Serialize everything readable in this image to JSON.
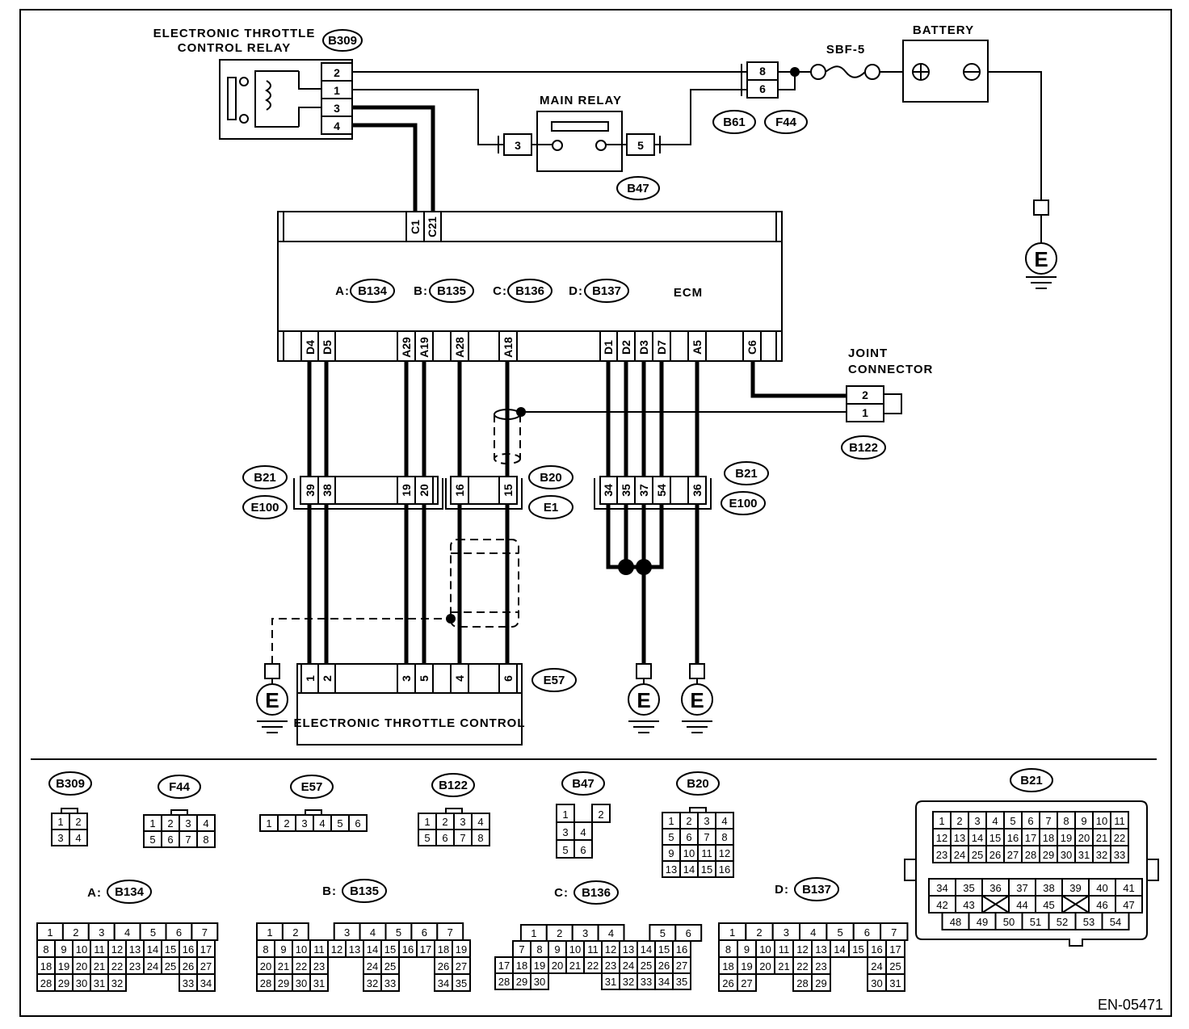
{
  "labels": {
    "etc_relay_line1": "ELECTRONIC THROTTLE",
    "etc_relay_line2": "CONTROL RELAY",
    "main_relay": "MAIN RELAY",
    "battery": "BATTERY",
    "fuse": "SBF-5",
    "ecm": "ECM",
    "joint_line1": "JOINT",
    "joint_line2": "CONNECTOR",
    "etc": "ELECTRONIC THROTTLE CONTROL",
    "doc_id": "EN-05471",
    "ground": "E",
    "prefix_a": "A:",
    "prefix_b": "B:",
    "prefix_c": "C:",
    "prefix_d": "D:"
  },
  "connectors": {
    "B309": "B309",
    "B61": "B61",
    "F44": "F44",
    "B47": "B47",
    "B134": "B134",
    "B135": "B135",
    "B136": "B136",
    "B137": "B137",
    "B21": "B21",
    "E100": "E100",
    "B20": "B20",
    "E1": "E1",
    "B122": "B122",
    "E57": "E57"
  },
  "relay_pins": [
    "2",
    "1",
    "3",
    "4"
  ],
  "b61_pins": [
    "8",
    "6"
  ],
  "main_relay_pins": [
    "3",
    "5"
  ],
  "ecm_top_pins": [
    "C1",
    "C21"
  ],
  "ecm_bottom_pins": [
    "D4",
    "D5",
    "A29",
    "A19",
    "A28",
    "A18",
    "D1",
    "D2",
    "D3",
    "D7",
    "A5",
    "C6"
  ],
  "b21_left_pins": [
    "39",
    "38",
    "19",
    "20"
  ],
  "b20_pins": [
    "16",
    "15"
  ],
  "b21_right_pins": [
    "34",
    "35",
    "37",
    "54",
    "36"
  ],
  "joint_pins": [
    "2",
    "1"
  ],
  "etc_pins": [
    "1",
    "2",
    "3",
    "5",
    "4",
    "6"
  ],
  "faces": {
    "B309": [
      [
        "1",
        "2"
      ],
      [
        "3",
        "4"
      ]
    ],
    "F44": [
      [
        "1",
        "2",
        "3",
        "4"
      ],
      [
        "5",
        "6",
        "7",
        "8"
      ]
    ],
    "E57": [
      [
        "1",
        "2",
        "3",
        "4",
        "5",
        "6"
      ]
    ],
    "B122": [
      [
        "1",
        "2",
        "3",
        "4"
      ],
      [
        "5",
        "6",
        "7",
        "8"
      ]
    ],
    "B47": [
      [
        "1",
        "",
        "2"
      ],
      [
        "3",
        "4"
      ],
      [
        "5",
        "6"
      ]
    ],
    "B20": [
      [
        "1",
        "2",
        "3",
        "4"
      ],
      [
        "5",
        "6",
        "7",
        "8"
      ],
      [
        "9",
        "10",
        "11",
        "12"
      ],
      [
        "13",
        "14",
        "15",
        "16"
      ]
    ],
    "B21": [
      [
        "1",
        "2",
        "3",
        "4",
        "5",
        "6",
        "7",
        "8",
        "9",
        "10",
        "11"
      ],
      [
        "12",
        "13",
        "14",
        "15",
        "16",
        "17",
        "18",
        "19",
        "20",
        "21",
        "22"
      ],
      [
        "23",
        "24",
        "25",
        "26",
        "27",
        "28",
        "29",
        "30",
        "31",
        "32",
        "33"
      ]
    ],
    "B21_lower": [
      [
        "34",
        "35",
        "36",
        "37",
        "38",
        "39",
        "40",
        "41"
      ],
      [
        "42",
        "43",
        "x",
        "44",
        "45",
        "x",
        "46",
        "47"
      ],
      [
        "48",
        "49",
        "50",
        "51",
        "52",
        "53",
        "54"
      ]
    ],
    "B134": [
      [
        "1",
        "2",
        "3",
        "4",
        "5",
        "6",
        "7"
      ],
      [
        "8",
        "9",
        "10",
        "11",
        "12",
        "13",
        "14",
        "15",
        "16",
        "17"
      ],
      [
        "18",
        "19",
        "20",
        "21",
        "22",
        "23",
        "24",
        "25",
        "26",
        "27"
      ],
      [
        "28",
        "29",
        "30",
        "31",
        "32",
        "",
        "",
        "",
        "33",
        "34"
      ]
    ],
    "B135": [
      [
        "1",
        "2",
        "",
        "3",
        "4",
        "5",
        "6",
        "7"
      ],
      [
        "8",
        "9",
        "10",
        "11",
        "12",
        "13",
        "14",
        "15",
        "16",
        "17",
        "18",
        "19"
      ],
      [
        "20",
        "21",
        "22",
        "23",
        "",
        "",
        "24",
        "25",
        "",
        "",
        "26",
        "27"
      ],
      [
        "28",
        "29",
        "30",
        "31",
        "",
        "",
        "32",
        "33",
        "",
        "",
        "34",
        "35"
      ]
    ],
    "B136": [
      [
        "",
        "1",
        "2",
        "3",
        "4",
        "",
        "5",
        "6"
      ],
      [
        "",
        "7",
        "8",
        "9",
        "10",
        "11",
        "12",
        "13",
        "14",
        "15",
        "16"
      ],
      [
        "17",
        "18",
        "19",
        "20",
        "21",
        "22",
        "23",
        "24",
        "25",
        "26",
        "27"
      ],
      [
        "28",
        "29",
        "30",
        "",
        "",
        "",
        "31",
        "32",
        "33",
        "34",
        "35"
      ]
    ],
    "B137": [
      [
        "1",
        "2",
        "3",
        "4",
        "5",
        "6",
        "7"
      ],
      [
        "8",
        "9",
        "10",
        "11",
        "12",
        "13",
        "14",
        "15",
        "16",
        "17"
      ],
      [
        "18",
        "19",
        "20",
        "21",
        "22",
        "23",
        "",
        "",
        "24",
        "25"
      ],
      [
        "26",
        "27",
        "",
        "",
        "28",
        "29",
        "",
        "",
        "30",
        "31"
      ]
    ]
  }
}
